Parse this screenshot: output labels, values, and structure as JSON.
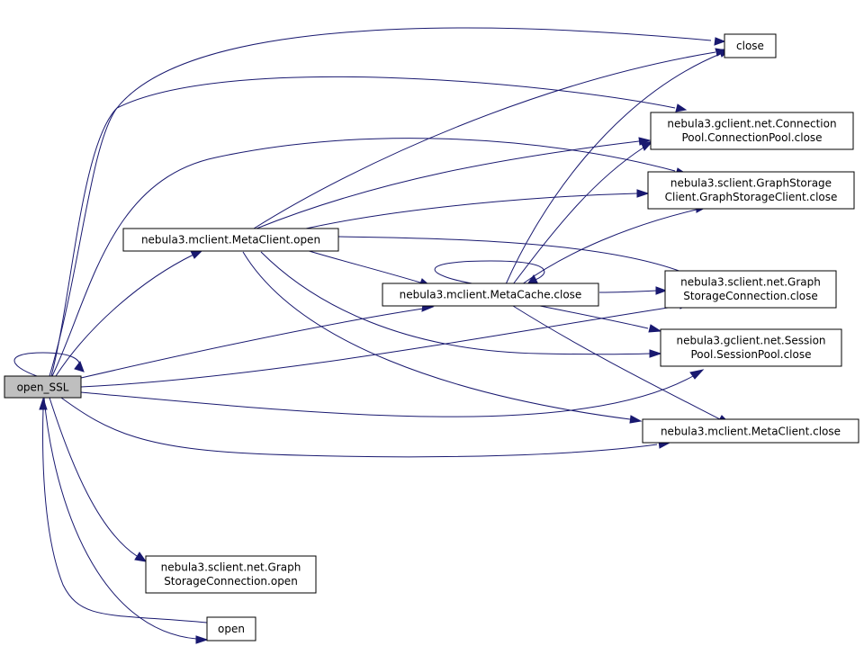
{
  "nodes": {
    "open_ssl": {
      "lines": [
        "open_SSL"
      ]
    },
    "close": {
      "lines": [
        "close"
      ]
    },
    "gclient_connpool_close": {
      "lines": [
        "nebula3.gclient.net.Connection",
        "Pool.ConnectionPool.close"
      ]
    },
    "sclient_gsclient_close": {
      "lines": [
        "nebula3.sclient.GraphStorage",
        "Client.GraphStorageClient.close"
      ]
    },
    "metaclient_open": {
      "lines": [
        "nebula3.mclient.MetaClient.open"
      ]
    },
    "metacache_close": {
      "lines": [
        "nebula3.mclient.MetaCache.close"
      ]
    },
    "sclient_gsconn_close": {
      "lines": [
        "nebula3.sclient.net.Graph",
        "StorageConnection.close"
      ]
    },
    "gclient_sessionpool_close": {
      "lines": [
        "nebula3.gclient.net.Session",
        "Pool.SessionPool.close"
      ]
    },
    "metaclient_close": {
      "lines": [
        "nebula3.mclient.MetaClient.close"
      ]
    },
    "sclient_gsconn_open": {
      "lines": [
        "nebula3.sclient.net.Graph",
        "StorageConnection.open"
      ]
    },
    "open": {
      "lines": [
        "open"
      ]
    }
  },
  "colors": {
    "edge": "#191970",
    "highlight_fill": "#bfbfbf",
    "node_fill": "#ffffff"
  }
}
